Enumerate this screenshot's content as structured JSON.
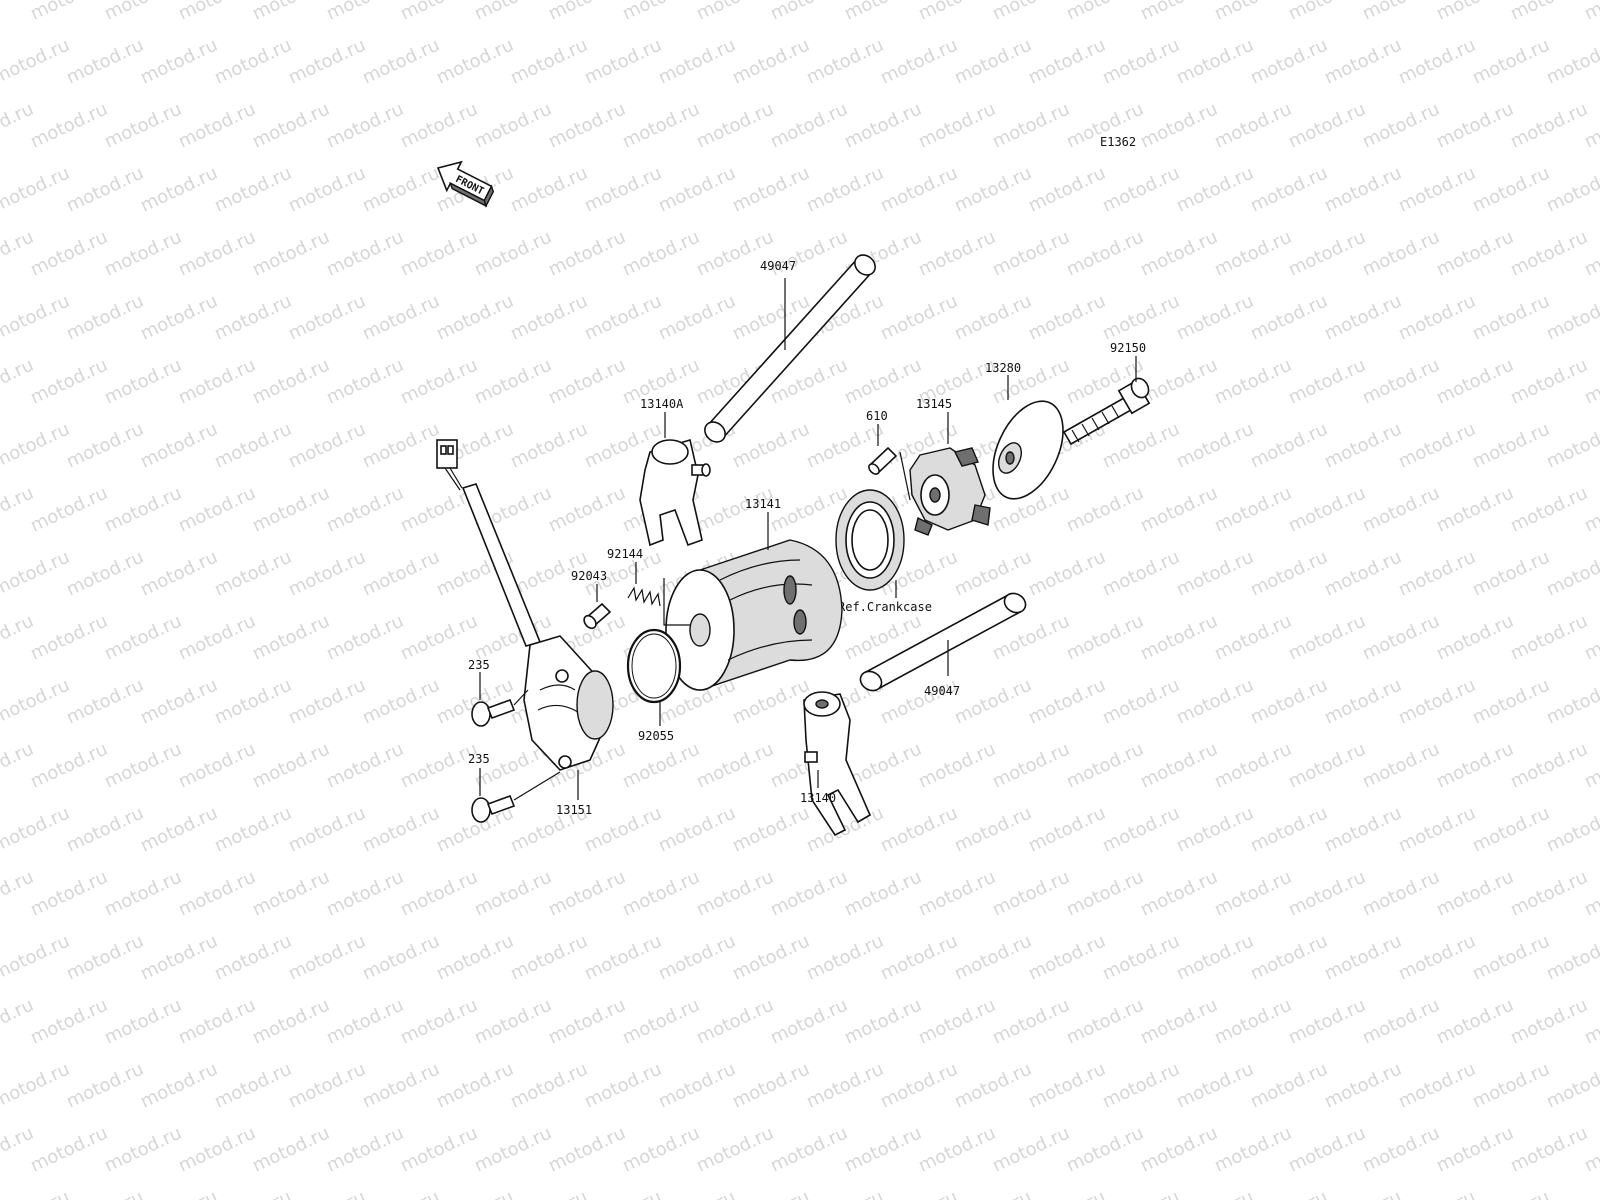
{
  "diagram": {
    "code": "E1362",
    "front_text": "FRONT",
    "watermark": "motod.ru",
    "labels": {
      "p49047_top": "49047",
      "p13140A": "13140A",
      "p610": "610",
      "p13145": "13145",
      "p13280": "13280",
      "p92150": "92150",
      "p13141": "13141",
      "p92144": "92144",
      "p92043": "92043",
      "ref_crankcase": "Ref.Crankcase",
      "p49047_bottom": "49047",
      "p235_top": "235",
      "p235_bottom": "235",
      "p92055": "92055",
      "p13151": "13151",
      "p13140": "13140"
    }
  }
}
